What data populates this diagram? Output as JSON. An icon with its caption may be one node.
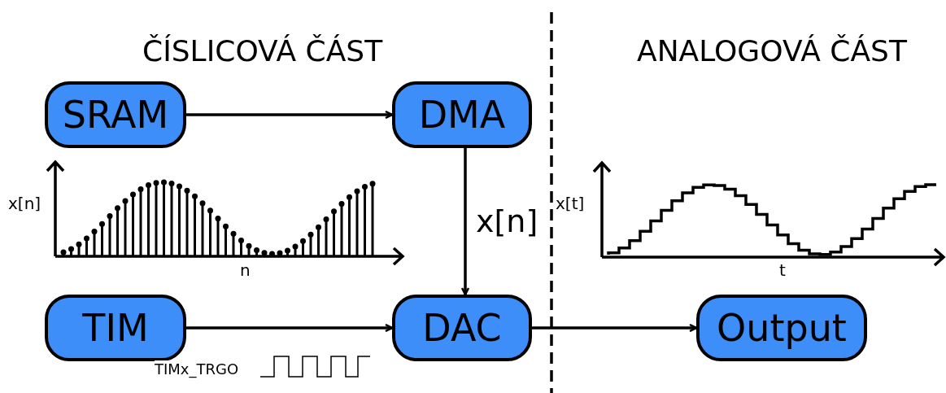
{
  "diagram": {
    "nodes": [
      {
        "text": [
          "SRAM"
        ]
      },
      {
        "text": [
          "DMA"
        ]
      },
      {
        "text": [
          "TIM"
        ]
      },
      {
        "text": [
          "DAC"
        ]
      },
      {
        "text": [
          "Output"
        ]
      }
    ],
    "edges": [
      {
        "from": 0,
        "to": 1,
        "arrow": "to"
      },
      {
        "from": 1,
        "to": 3,
        "arrow": "to",
        "label": "x[n]"
      },
      {
        "from": 2,
        "to": 3,
        "arrow": "to",
        "label": "TIMx_TRGO"
      },
      {
        "from": 3,
        "to": 4,
        "arrow": "to"
      }
    ],
    "labels": [
      "ČÍSLICOVÁ ČÁST",
      "ANALOGOVÁ ČÁST",
      "x[n]",
      "n",
      "x[t]",
      "t"
    ]
  }
}
